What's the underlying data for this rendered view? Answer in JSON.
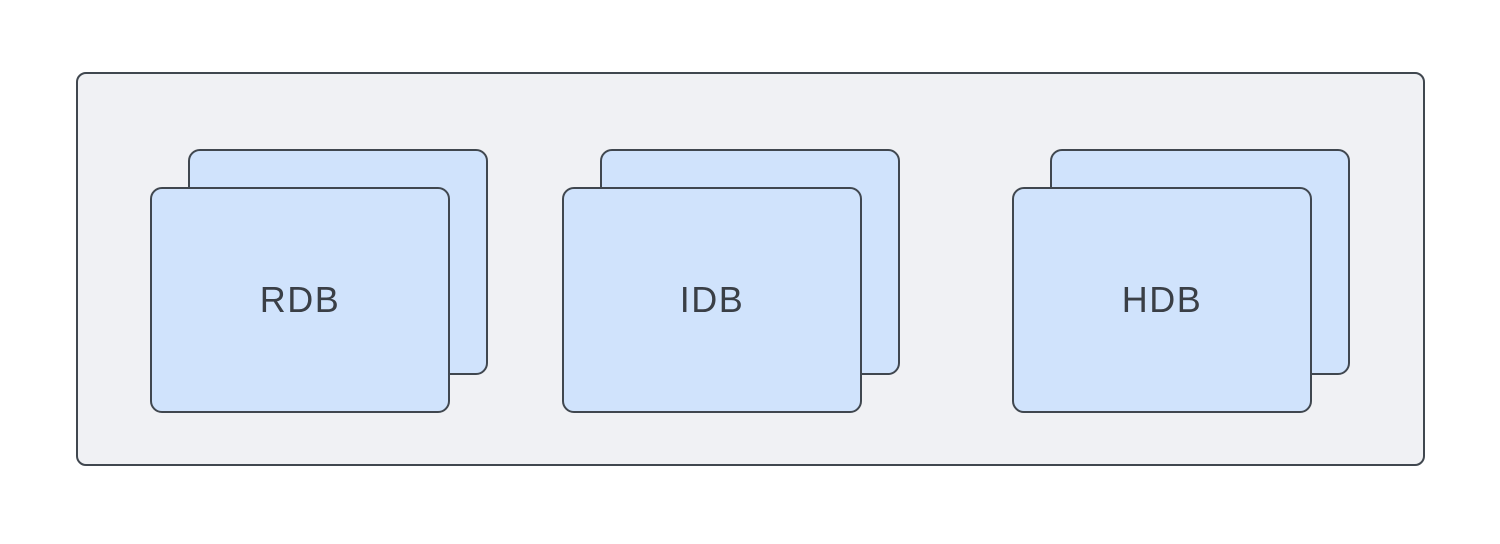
{
  "diagram": {
    "container": {
      "name": "database-cluster-container"
    },
    "groups": [
      {
        "id": "rdb",
        "label": "RDB"
      },
      {
        "id": "idb",
        "label": "IDB"
      },
      {
        "id": "hdb",
        "label": "HDB"
      }
    ]
  },
  "colors": {
    "page_bg": "#ffffff",
    "container_bg": "#f0f1f4",
    "card_bg": "#d0e3fc",
    "border": "#40474f",
    "label_text": "#3a3f46"
  }
}
